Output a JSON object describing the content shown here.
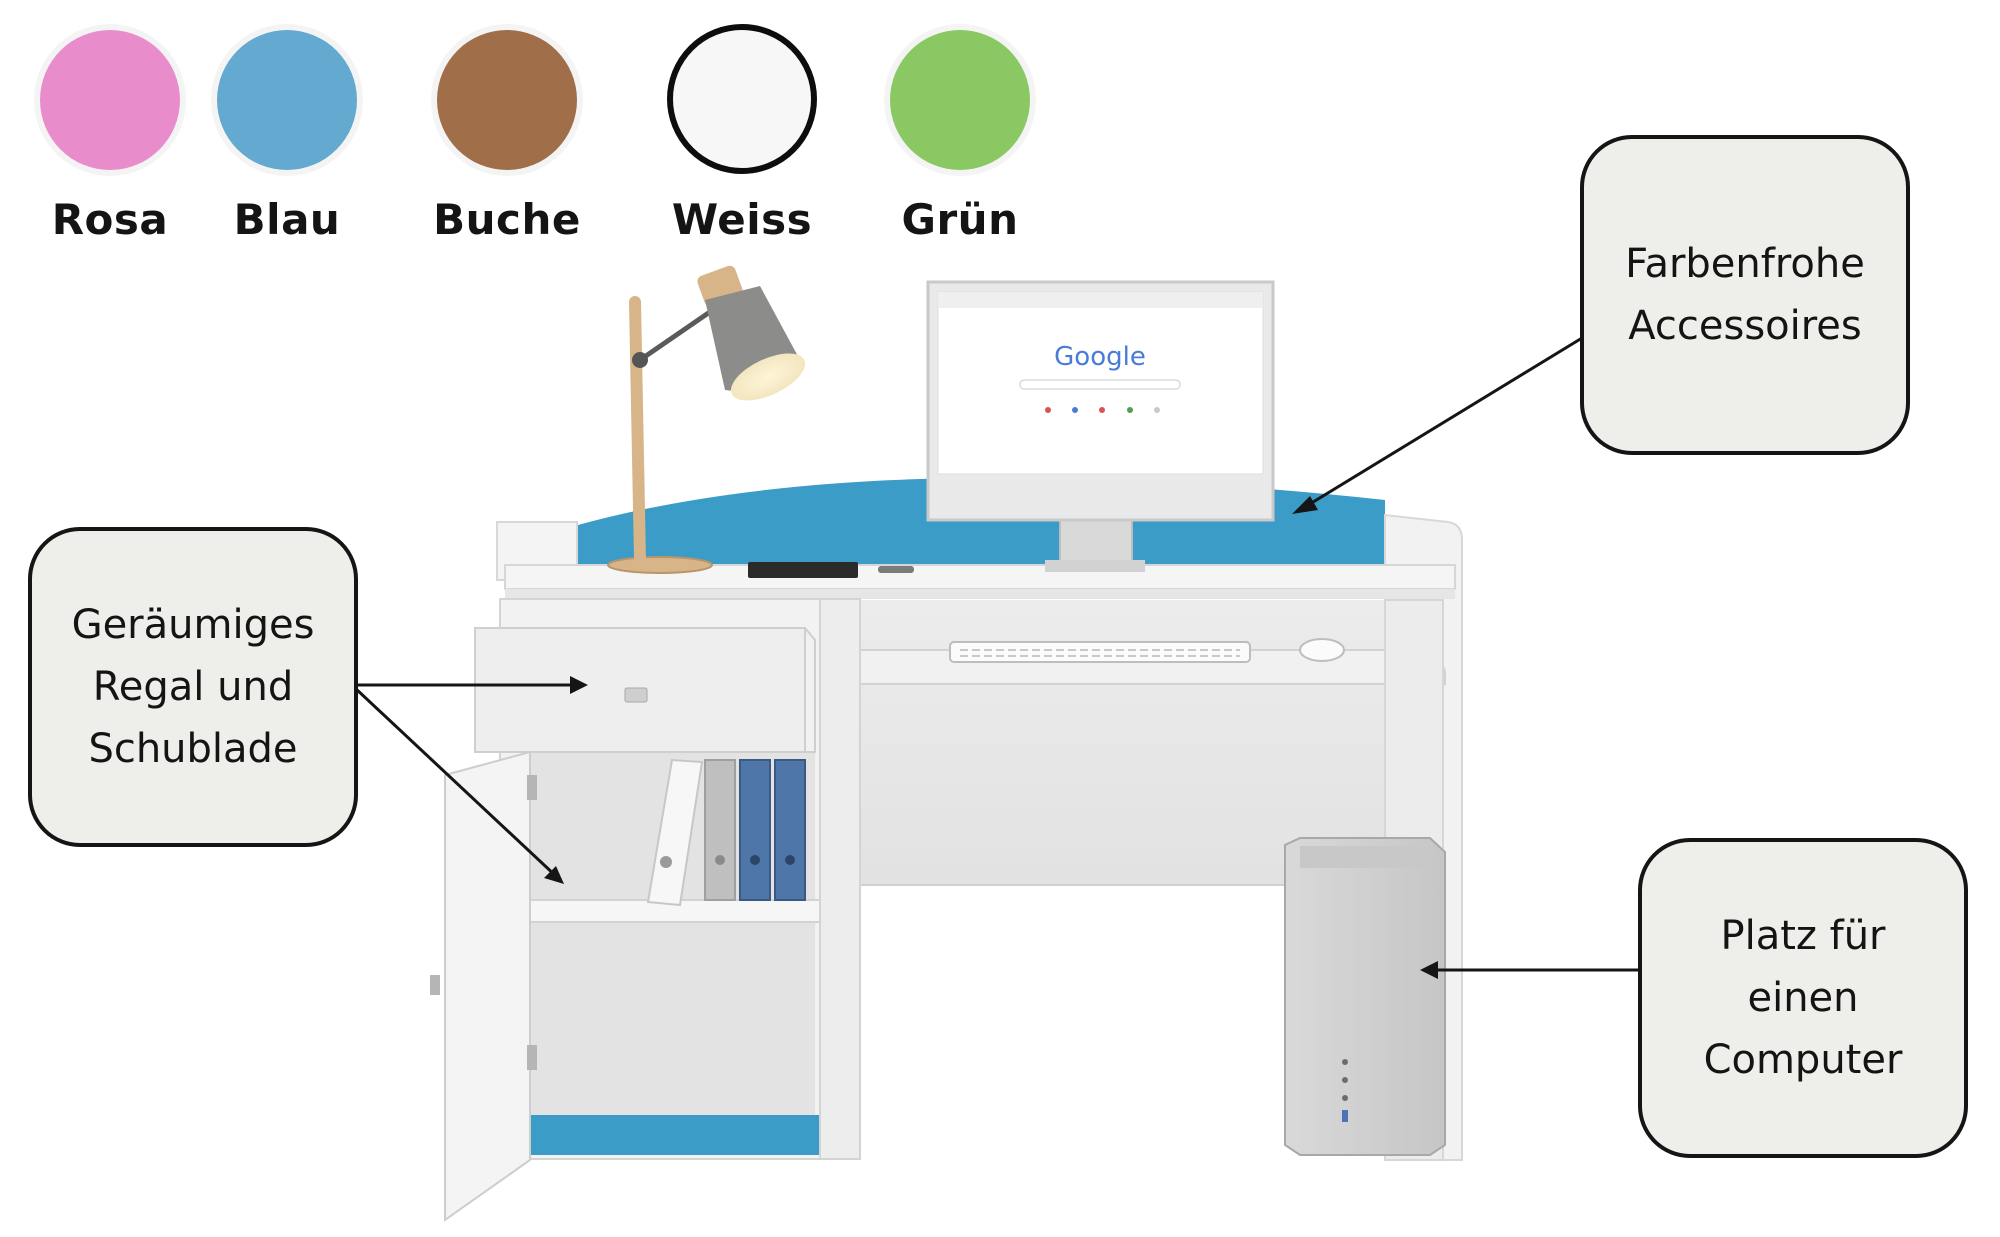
{
  "swatches": [
    {
      "label": "Rosa",
      "color": "#e98ccc"
    },
    {
      "label": "Blau",
      "color": "#64a9cf"
    },
    {
      "label": "Buche",
      "color": "#a06e48"
    },
    {
      "label": "Weiss",
      "color": "#f7f7f7"
    },
    {
      "label": "Grün",
      "color": "#89c863"
    }
  ],
  "callouts": {
    "accessories": {
      "line1": "Farbenfrohe",
      "line2": "Accessoires"
    },
    "storage": {
      "line1": "Geräumiges",
      "line2": "Regal und",
      "line3": "Schublade"
    },
    "computer": {
      "line1": "Platz für",
      "line2": "einen",
      "line3": "Computer"
    }
  },
  "monitor": {
    "logo": "Google"
  },
  "colors": {
    "accent_blue": "#3a9cc7",
    "desk_white": "#f3f3f3",
    "outline": "#151515"
  }
}
